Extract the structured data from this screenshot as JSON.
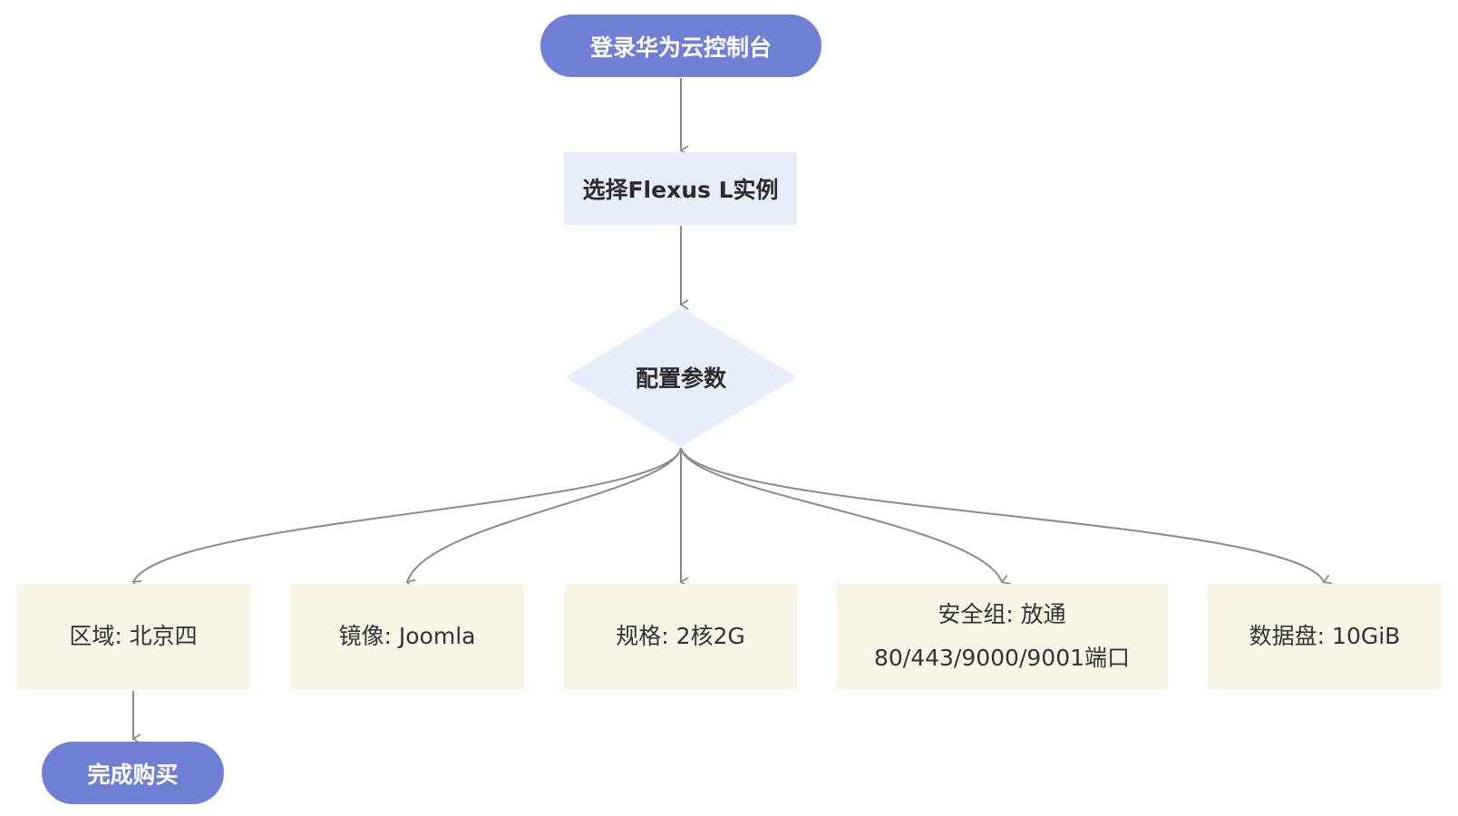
{
  "nodes": {
    "start": "登录华为云控制台",
    "select_instance": "选择Flexus L实例",
    "configure": "配置参数",
    "region": "区域: 北京四",
    "image": "镜像: Joomla",
    "spec": "规格: 2核2G",
    "security_group": "安全组: 放通80/443/9000/9001端口",
    "data_disk": "数据盘: 10GiB",
    "finish": "完成购买"
  },
  "colors": {
    "terminal": "#6f7fd4",
    "process": "#e8edfb",
    "param": "#f8f5e4",
    "edge": "#8a8a8a"
  }
}
